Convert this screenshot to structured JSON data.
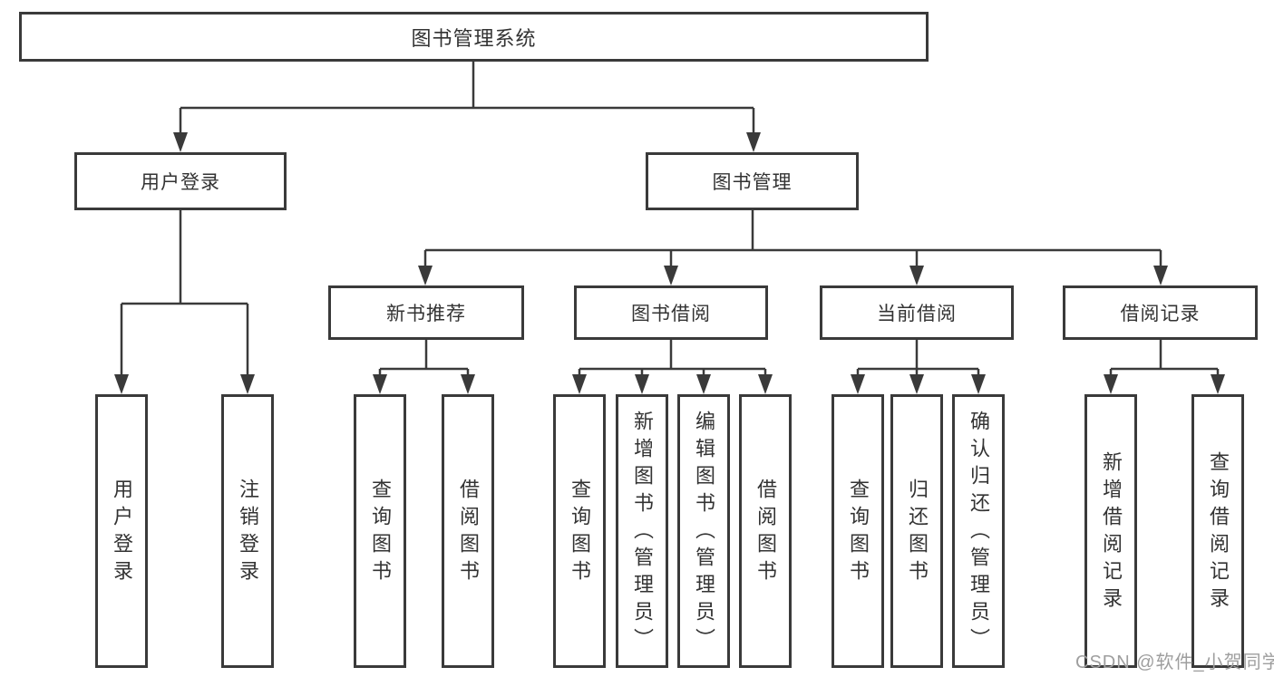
{
  "colors": {
    "background": "#ffffff",
    "box_border": "#3a3a3a",
    "connector_line": "#3a3a3a",
    "text": "#333333",
    "watermark": "#9e9e9e"
  },
  "diagram": {
    "root": {
      "label": "图书管理系统"
    },
    "level1": [
      {
        "label": "用户登录",
        "children": [
          {
            "label": "用户登录"
          },
          {
            "label": "注销登录"
          }
        ]
      },
      {
        "label": "图书管理",
        "children": [
          {
            "label": "新书推荐",
            "children": [
              {
                "label": "查询图书"
              },
              {
                "label": "借阅图书"
              }
            ]
          },
          {
            "label": "图书借阅",
            "children": [
              {
                "label": "查询图书"
              },
              {
                "label": "新增图书（管理员）"
              },
              {
                "label": "编辑图书（管理员）"
              },
              {
                "label": "借阅图书"
              }
            ]
          },
          {
            "label": "当前借阅",
            "children": [
              {
                "label": "查询图书"
              },
              {
                "label": "归还图书"
              },
              {
                "label": "确认归还（管理员）"
              }
            ]
          },
          {
            "label": "借阅记录",
            "children": [
              {
                "label": "新增借阅记录"
              },
              {
                "label": "查询借阅记录"
              }
            ]
          }
        ]
      }
    ]
  },
  "watermark": {
    "text": "CSDN @软件_小贺同学"
  }
}
